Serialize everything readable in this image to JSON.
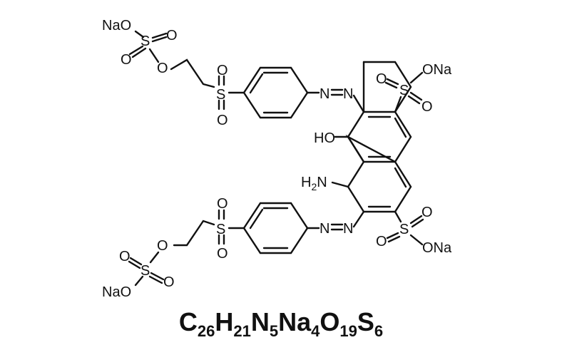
{
  "labels": {
    "nao_top": "NaO",
    "nao_bottom": "NaO",
    "ona_top": "ONa",
    "ona_bottom": "ONa",
    "ho": "HO",
    "h2n_h": "H",
    "h2n_sub": "2",
    "h2n_n": "N",
    "atom_s": "S",
    "atom_o": "O",
    "atom_n": "N"
  },
  "formula": [
    {
      "el": "C",
      "n": "26"
    },
    {
      "el": "H",
      "n": "21"
    },
    {
      "el": "N",
      "n": "5"
    },
    {
      "el": "Na",
      "n": "4"
    },
    {
      "el": "O",
      "n": "19"
    },
    {
      "el": "S",
      "n": "6"
    }
  ],
  "colors": {
    "ink": "#111111",
    "background": "#ffffff"
  }
}
